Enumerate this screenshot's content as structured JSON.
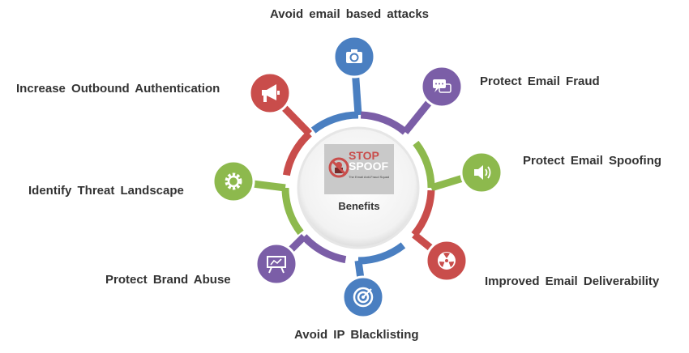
{
  "center": {
    "title": "Benefits",
    "logo_line1": "STOP",
    "logo_line2": "SPOOF",
    "logo_tagline": "The Email Anti-Fraud Squad"
  },
  "colors": {
    "blue": "#4a7fc1",
    "purple": "#7b5ea7",
    "green": "#8db94d",
    "red": "#c94d4b"
  },
  "benefits": [
    {
      "label": "Avoid email based attacks",
      "icon": "camera-icon",
      "color": "blue"
    },
    {
      "label": "Protect Email Fraud",
      "icon": "chat-icon",
      "color": "purple"
    },
    {
      "label": "Protect Email Spoofing",
      "icon": "speaker-icon",
      "color": "green"
    },
    {
      "label": "Improved Email Deliverability",
      "icon": "radiation-icon",
      "color": "red"
    },
    {
      "label": "Avoid IP Blacklisting",
      "icon": "target-icon",
      "color": "blue"
    },
    {
      "label": "Protect Brand Abuse",
      "icon": "presentation-icon",
      "color": "purple"
    },
    {
      "label": "Identify Threat Landscape",
      "icon": "gear-icon",
      "color": "green"
    },
    {
      "label": "Increase Outbound Authentication",
      "icon": "megaphone-icon",
      "color": "red"
    }
  ]
}
